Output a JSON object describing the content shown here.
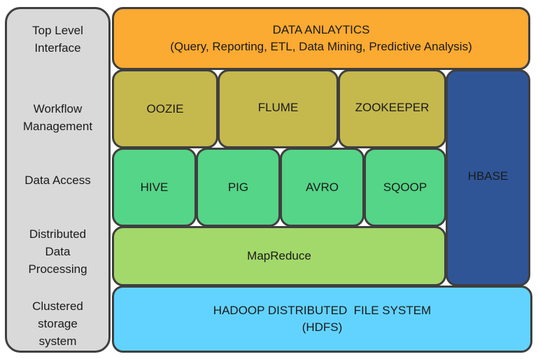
{
  "layers": [
    {
      "label": "Top Level Interface",
      "lines": [
        "Top Level",
        "Interface"
      ]
    },
    {
      "label": "Workflow Management",
      "lines": [
        "Workflow",
        "Management"
      ]
    },
    {
      "label": "Data Access",
      "lines": [
        "Data Access"
      ]
    },
    {
      "label": "Distributed Data Processing",
      "lines": [
        "Distributed",
        "Data",
        "Processing"
      ]
    },
    {
      "label": "Clustered storage system",
      "lines": [
        "Clustered",
        "storage",
        "system"
      ]
    }
  ],
  "components": {
    "analytics": {
      "title": "DATA ANLAYTICS",
      "subtitle": "(Query, Reporting, ETL, Data Mining, Predictive Analysis)"
    },
    "workflow": [
      "OOZIE",
      "FLUME",
      "ZOOKEEPER"
    ],
    "data_access": [
      "HIVE",
      "PIG",
      "AVRO",
      "SQOOP"
    ],
    "hbase": "HBASE",
    "processing": "MapReduce",
    "storage": {
      "title": "HADOOP DISTRIBUTED  FILE SYSTEM",
      "subtitle": "(HDFS)"
    }
  },
  "colors": {
    "layer_panel": "#d9d9d9",
    "analytics": "#fbaa32",
    "workflow": "#c5b84d",
    "data_access": "#55d587",
    "processing": "#a3d86b",
    "hbase": "#2f5597",
    "storage": "#62d3ff",
    "border": "#3f3f3f"
  }
}
